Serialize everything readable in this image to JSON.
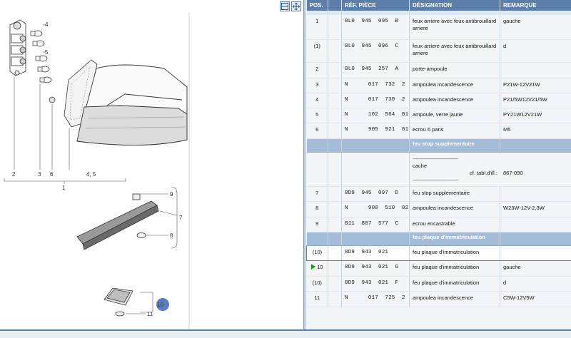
{
  "diagram": {
    "toolbar": [
      {
        "name": "view-split-icon"
      },
      {
        "name": "move-arrows-icon"
      }
    ],
    "callouts": {
      "c4": "4",
      "c5": "5",
      "c3": "3",
      "c2": "2",
      "c6": "6",
      "c45": "4, 5",
      "c1": "1",
      "c9": "9",
      "c7": "7",
      "c8": "8",
      "c10": "10",
      "c11": "11"
    },
    "highlight_color": "#5b7fc0"
  },
  "table": {
    "headers": {
      "pos": "POS.",
      "ref": "RÉF. PIÈCE",
      "des": "DÉSIGNATION",
      "rem": "REMARQUE"
    },
    "rows": [
      {
        "pos": "1",
        "ref": "8L0  945  095  B",
        "des": "feux arriere avec feux antibrouillard arriere",
        "rem": "gauche"
      },
      {
        "pos": "(1)",
        "ref": "8L0  945  096  C",
        "des": "feux arriere avec feux antibrouillard arriere",
        "rem": "d"
      },
      {
        "pos": "2",
        "ref": "8L0  945  257  A",
        "des": "porte-ampoule",
        "rem": ""
      },
      {
        "pos": "3",
        "ref": "N      017  732  2",
        "des": "ampoulea incandescence",
        "rem": "P21W-12V21W"
      },
      {
        "pos": "4",
        "ref": "N      017  730  2",
        "des": "ampoulea incandescence",
        "rem": "P21/5W12V21/5W"
      },
      {
        "pos": "5",
        "ref": "N      102  564  01",
        "des": "ampoule, verre jaune",
        "rem": "PY21W12V21W"
      },
      {
        "pos": "6",
        "ref": "N      905  921  01",
        "des": "ecrou 6 pans",
        "rem": "M5"
      }
    ],
    "section1": "feu stop supplementaire",
    "cross_ref": {
      "dash": "--------------------------------",
      "label": "cache",
      "ref_label": "cf. tabl.d'ill.:",
      "ref_value": "867-090"
    },
    "rows2": [
      {
        "pos": "7",
        "ref": "8D9  945  097  D",
        "des": "feu stop supplementaire",
        "rem": ""
      },
      {
        "pos": "8",
        "ref": "N      900  510  02",
        "des": "ampoulea incandescence",
        "rem": "W23W-12V-2,3W"
      },
      {
        "pos": "9",
        "ref": "811  807  577  C",
        "des": "ecrou encastrable",
        "rem": ""
      }
    ],
    "section2": "feu plaque d'immatriculation",
    "rows3": [
      {
        "pos": "(10)",
        "ref": "8D9  943  021",
        "des": "feu plaque d'immatriculation",
        "rem": "",
        "selected": true
      },
      {
        "pos": "10",
        "ref": "8D9  943  021  G",
        "des": "feu plaque d'immatriculation",
        "rem": "gauche",
        "marker": true
      },
      {
        "pos": "(10)",
        "ref": "8D9  943  021  F",
        "des": "feu plaque d'immatriculation",
        "rem": "d"
      },
      {
        "pos": "11",
        "ref": "N      017  725  2",
        "des": "ampoulea incandescence",
        "rem": "C5W-12V5W"
      }
    ]
  }
}
